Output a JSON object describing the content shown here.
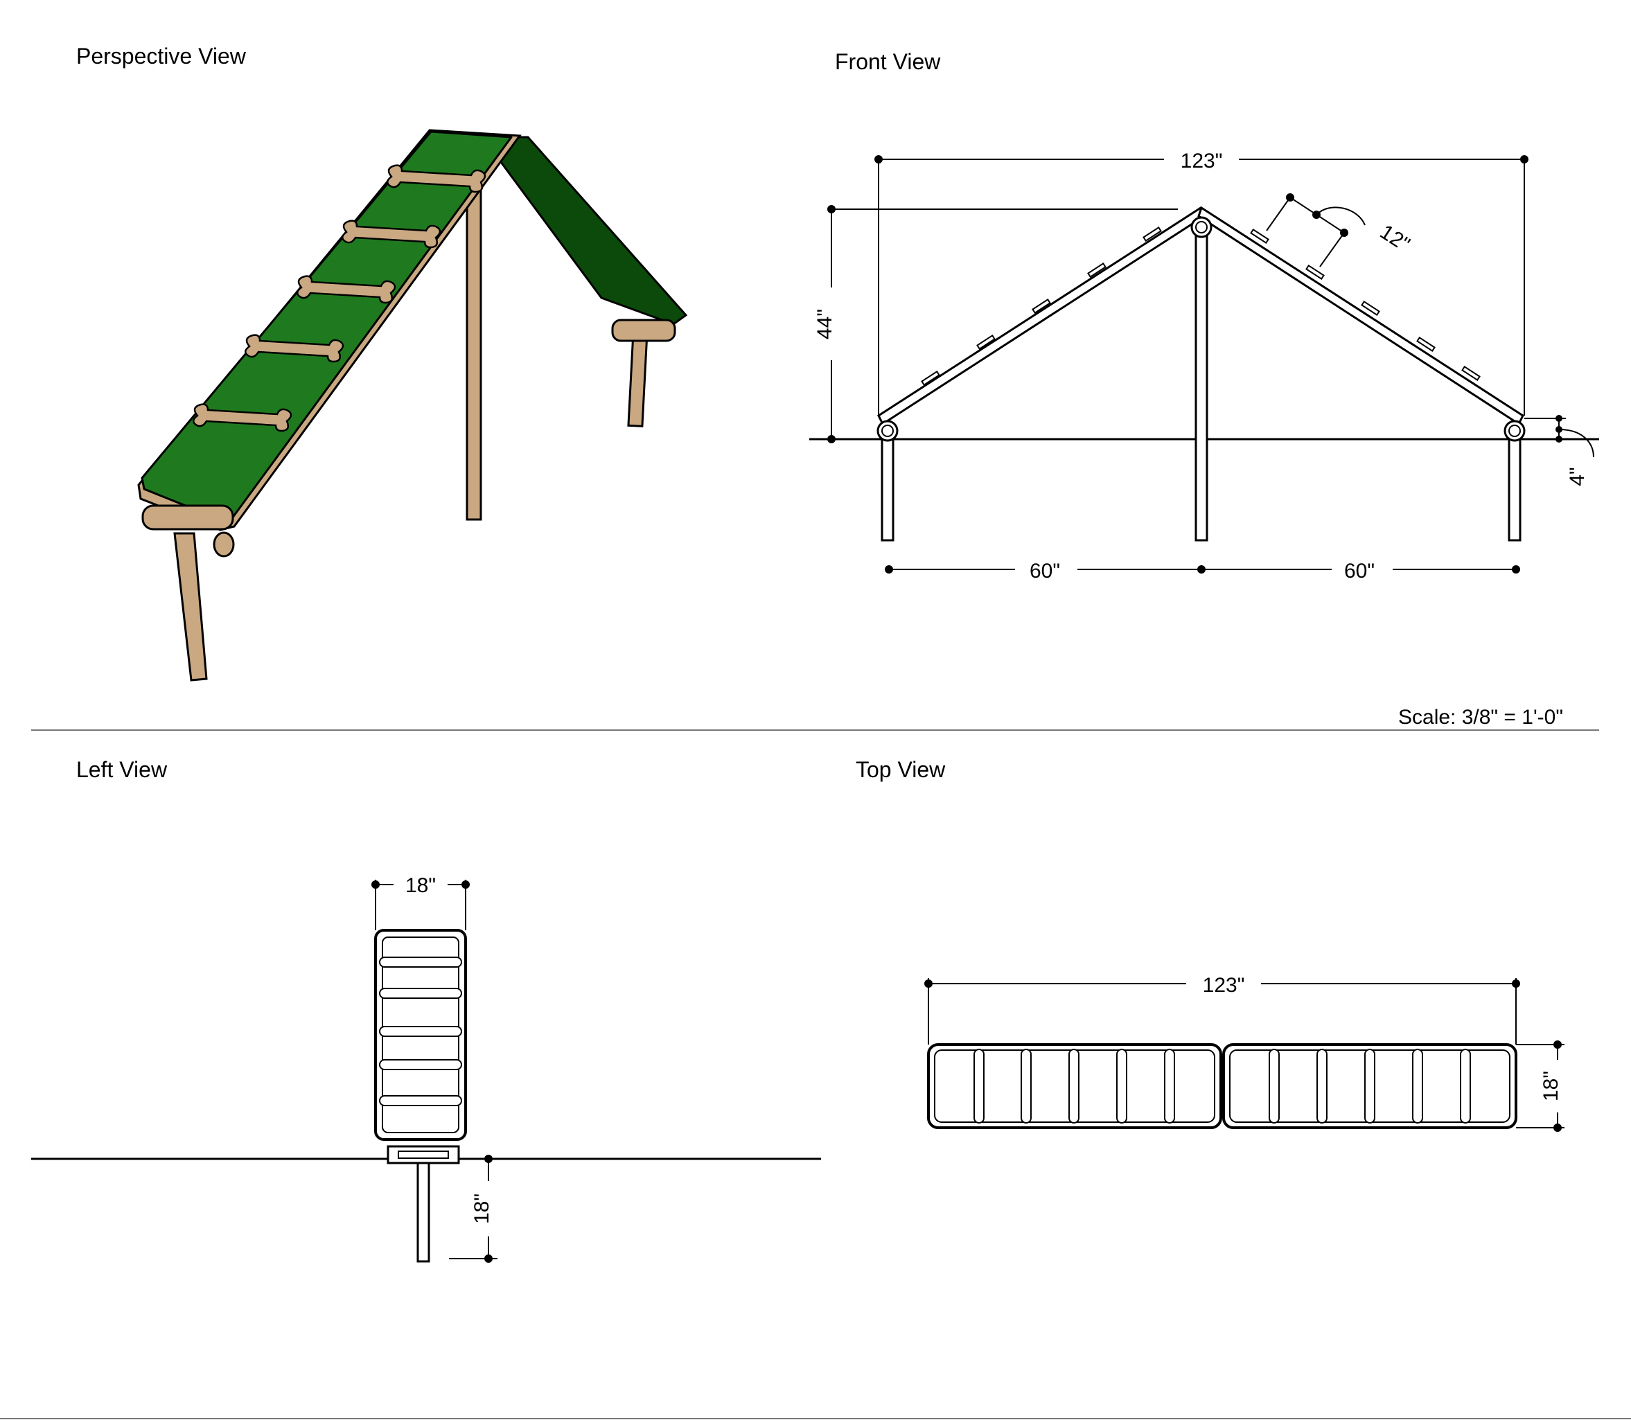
{
  "views": {
    "perspective": {
      "title": "Perspective View"
    },
    "front": {
      "title": "Front View",
      "dims": {
        "overall_width": "123\"",
        "height": "44\"",
        "bone_spacing": "12\"",
        "clearance": "4\"",
        "left_span": "60\"",
        "right_span": "60\""
      }
    },
    "left": {
      "title": "Left View",
      "dims": {
        "width": "18\"",
        "post_depth": "18\""
      }
    },
    "top": {
      "title": "Top View",
      "dims": {
        "length": "123\"",
        "width": "18\""
      }
    }
  },
  "scale": "Scale: 3/8\" = 1'-0\"",
  "colors": {
    "deck_top": "#1f7a1f",
    "deck_side": "#0b4a0b",
    "tan": "#c9a882",
    "outline": "#000000"
  }
}
